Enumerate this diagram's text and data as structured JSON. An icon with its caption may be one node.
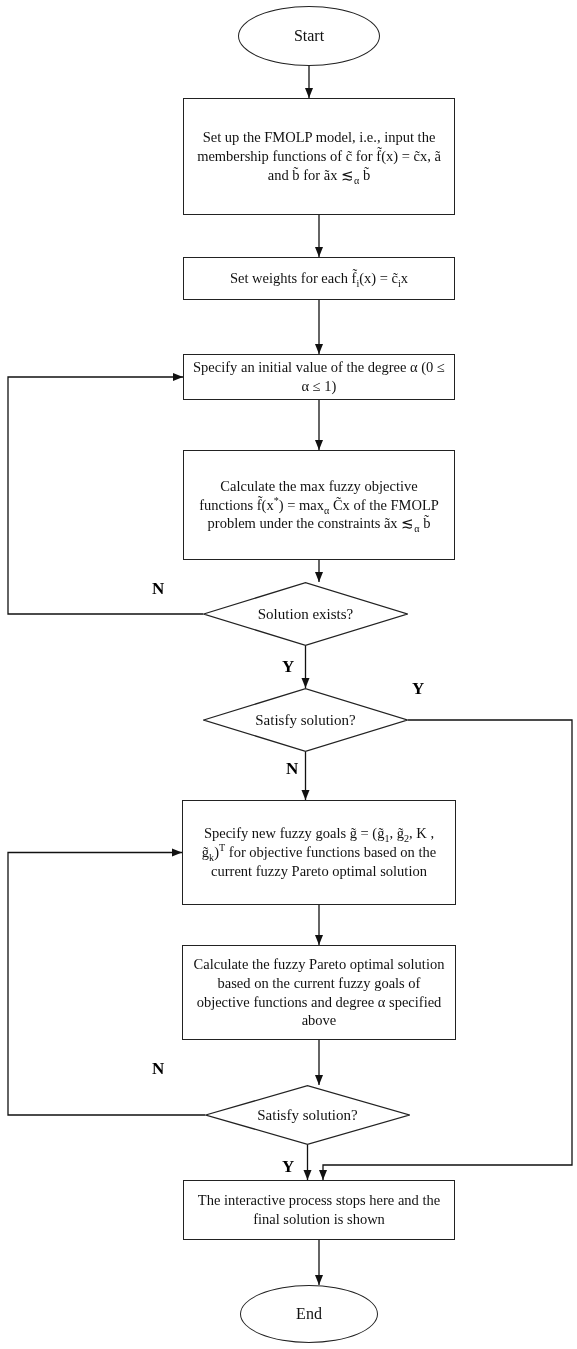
{
  "diagram": {
    "nodes": [
      {
        "text": [
          "Start"
        ]
      },
      {
        "text": [
          "Set up the FMOLP model, i.e., input the membership functions of c̃ for f̃(x) = c̃x, ã and b̃ for ãx ≲$_{α}$ b̃"
        ]
      },
      {
        "text": [
          "Set weights for each f̃$_{i}$(x) = c̃$_{i}$x"
        ]
      },
      {
        "text": [
          "Specify an initial value of the degree α (0 ≤ α ≤ 1)"
        ]
      },
      {
        "text": [
          "Calculate the max fuzzy objective functions f̃(x$^{*}$) = max$_{α}$ C̃x of the FMOLP problem under the constraints ãx ≲$_{α}$ b̃"
        ]
      },
      {
        "text": [
          "Solution exists?"
        ]
      },
      {
        "text": [
          "Satisfy solution?"
        ]
      },
      {
        "text": [
          "Specify new fuzzy goals g̃ = (g̃$_{1}$, g̃$_{2}$, K , g̃$_{k}$)$^{T}$ for objective functions based on the current fuzzy Pareto optimal solution"
        ]
      },
      {
        "text": [
          "Calculate the fuzzy Pareto optimal solution based on the current fuzzy goals of objective functions and degree α specified above"
        ]
      },
      {
        "text": [
          "Satisfy solution?"
        ]
      },
      {
        "text": [
          "The interactive process stops here and the final solution is shown"
        ]
      },
      {
        "text": [
          "End"
        ]
      }
    ],
    "edges": [
      {
        "from": 0,
        "to": 1,
        "arrow": "to"
      },
      {
        "from": 1,
        "to": 2,
        "arrow": "to"
      },
      {
        "from": 2,
        "to": 3,
        "arrow": "to"
      },
      {
        "from": 3,
        "to": 4,
        "arrow": "to"
      },
      {
        "from": 4,
        "to": 5,
        "arrow": "to"
      },
      {
        "from": 5,
        "to": 3,
        "arrow": "to",
        "label": "N"
      },
      {
        "from": 5,
        "to": 6,
        "arrow": "to",
        "label": "Y"
      },
      {
        "from": 6,
        "to": 10,
        "arrow": "to",
        "label": "Y"
      },
      {
        "from": 6,
        "to": 7,
        "arrow": "to",
        "label": "N"
      },
      {
        "from": 7,
        "to": 8,
        "arrow": "to"
      },
      {
        "from": 8,
        "to": 9,
        "arrow": "to"
      },
      {
        "from": 9,
        "to": 7,
        "arrow": "to",
        "label": "N"
      },
      {
        "from": 9,
        "to": 10,
        "arrow": "to",
        "label": "Y"
      },
      {
        "from": 10,
        "to": 11,
        "arrow": "to"
      }
    ]
  }
}
